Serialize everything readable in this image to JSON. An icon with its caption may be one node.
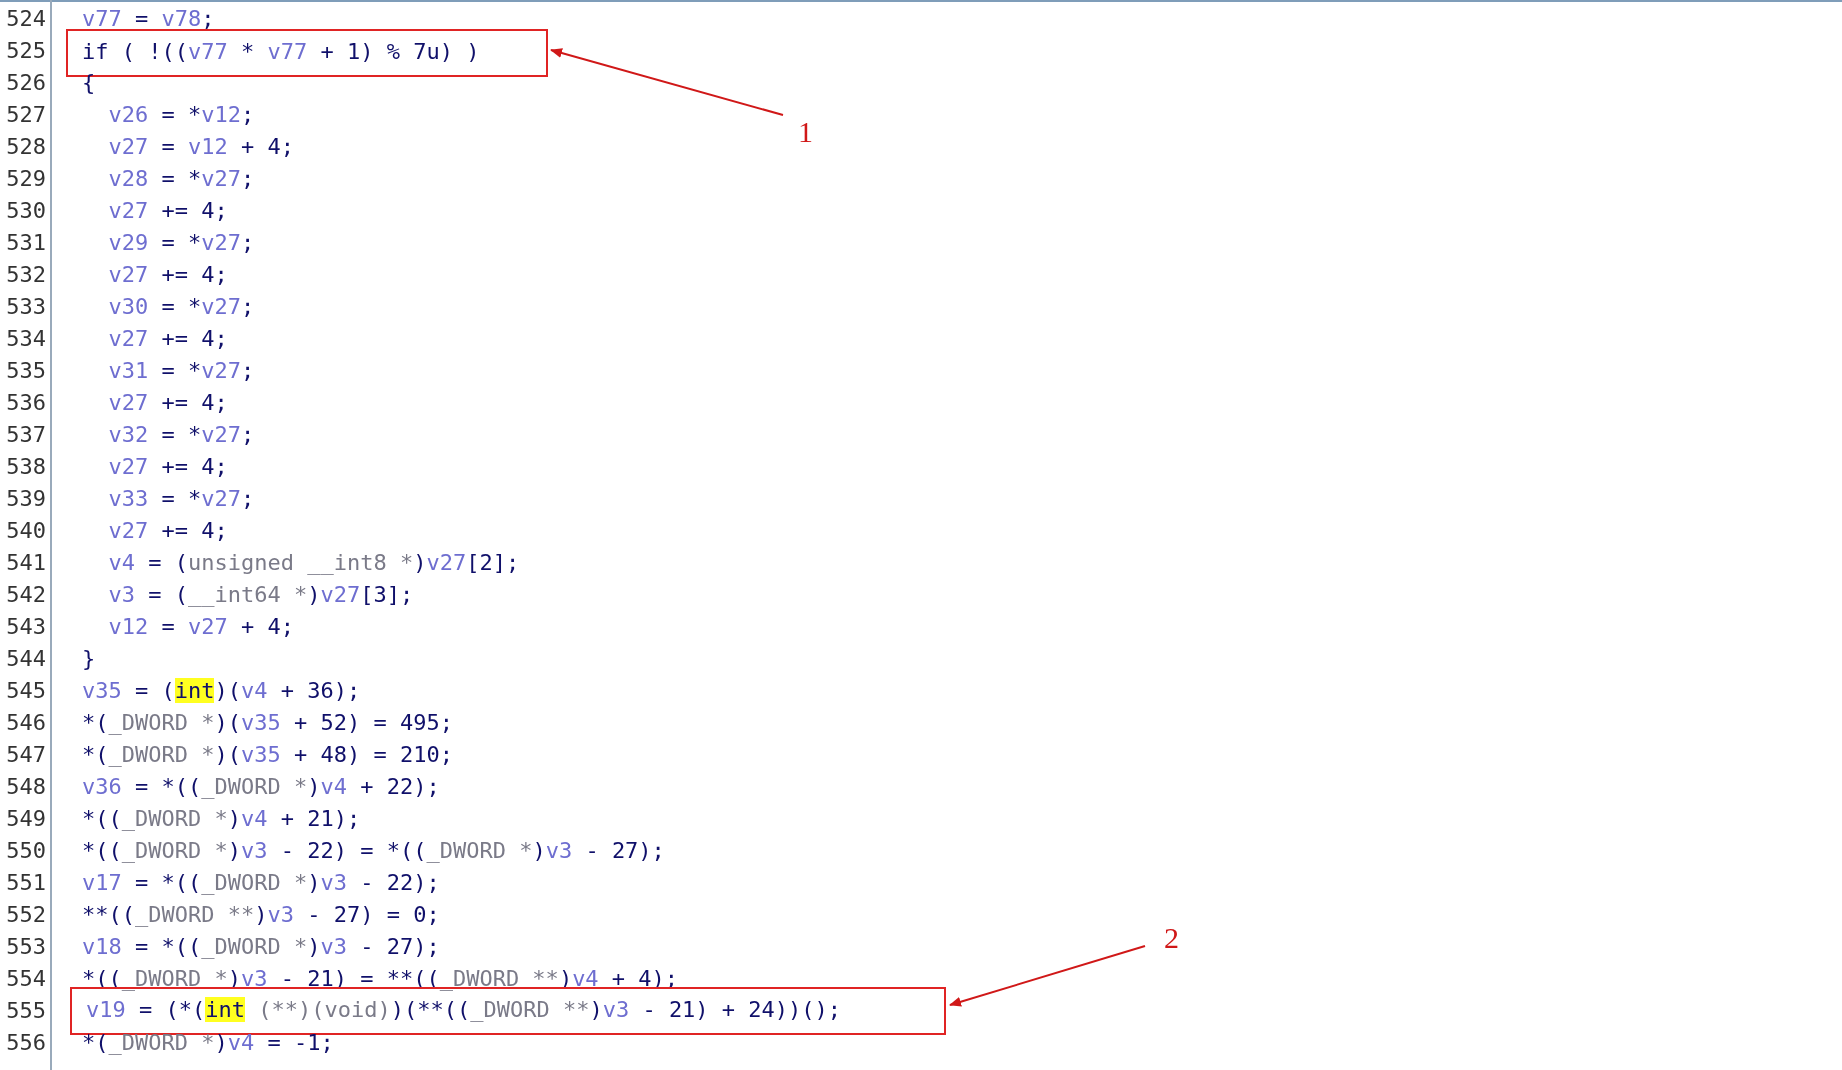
{
  "diagram": {
    "nodes": [
      {
        "text": [
          "if ( !((v77 * v77 + 1) % 7u) )"
        ]
      },
      {
        "text": [
          "1"
        ]
      },
      {
        "text": [
          "v19 = (*(int (**)(void))(**((_DWORD **)v3 - 21) + 24))();"
        ]
      },
      {
        "text": [
          "2"
        ]
      }
    ],
    "edges": [
      {
        "from": 1,
        "to": 0,
        "arrow": "to"
      },
      {
        "from": 3,
        "to": 2,
        "arrow": "to"
      }
    ],
    "labels": [
      "524",
      "v77 = v78;",
      "525",
      "526",
      "{",
      "527",
      "  v26 = *v12;",
      "528",
      "  v27 = v12 + 4;",
      "529",
      "  v28 = *v27;",
      "530",
      "  v27 += 4;",
      "531",
      "  v29 = *v27;",
      "532",
      "  v27 += 4;",
      "533",
      "  v30 = *v27;",
      "534",
      "  v27 += 4;",
      "535",
      "  v31 = *v27;",
      "536",
      "  v27 += 4;",
      "537",
      "  v32 = *v27;",
      "538",
      "  v27 += 4;",
      "539",
      "  v33 = *v27;",
      "540",
      "  v27 += 4;",
      "541",
      "  v4 = (unsigned __int8 *)v27[2];",
      "542",
      "  v3 = (__int64 *)v27[3];",
      "543",
      "  v12 = v27 + 4;",
      "544",
      "}",
      "545",
      "v35 = (int)(v4 + 36);",
      "546",
      "*(_DWORD *)(v35 + 52) = 495;",
      "547",
      "*(_DWORD *)(v35 + 48) = 210;",
      "548",
      "v36 = *((_DWORD *)v4 + 22);",
      "549",
      "*((_DWORD *)v4 + 21);",
      "550",
      "*((_DWORD *)v3 - 22) = *((_DWORD *)v3 - 27);",
      "551",
      "v17 = *((_DWORD *)v3 - 22);",
      "552",
      "**((_DWORD **)v3 - 27) = 0;",
      "553",
      "v18 = *((_DWORD *)v3 - 27);",
      "554",
      "*((_DWORD *)v3 - 21) = **((_DWORD **)v4 + 4);",
      "555",
      "556",
      "*(_DWORD *)v4 = -1;"
    ]
  }
}
